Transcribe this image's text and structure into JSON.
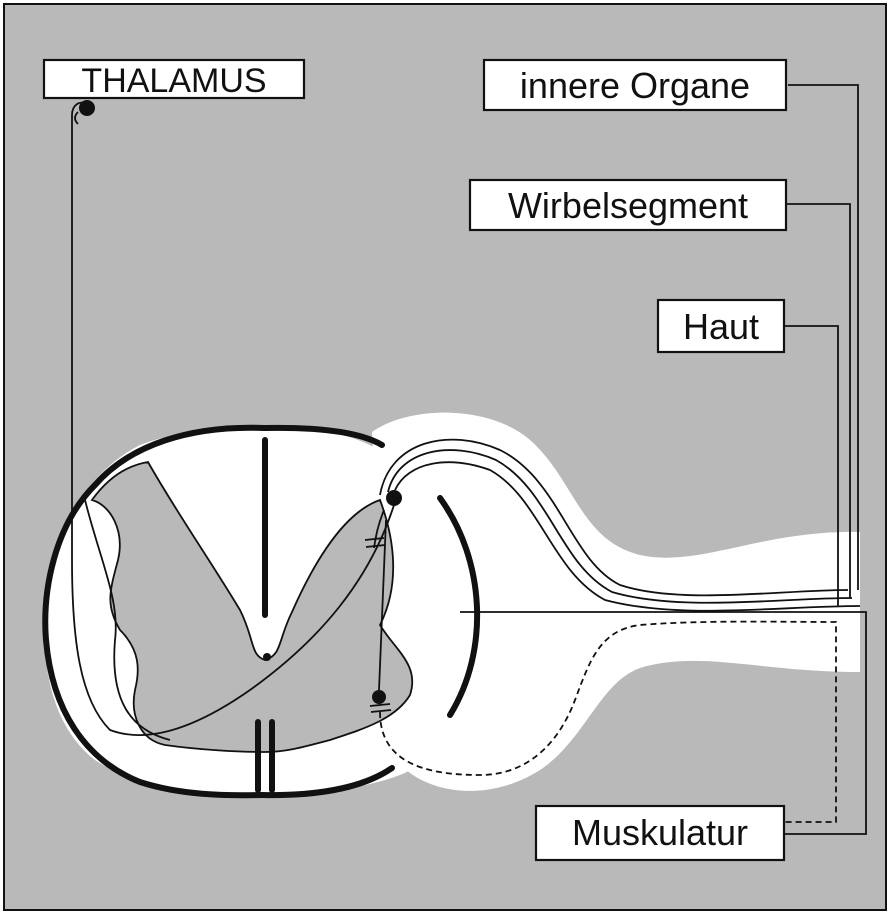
{
  "labels": {
    "thalamus": "THALAMUS",
    "innere_organe": "innere Organe",
    "wirbelsegment": "Wirbelsegment",
    "haut": "Haut",
    "muskulatur": "Muskulatur"
  },
  "colors": {
    "background": "#b9b9b9",
    "white_matter": "#ffffff",
    "ink": "#111111"
  }
}
